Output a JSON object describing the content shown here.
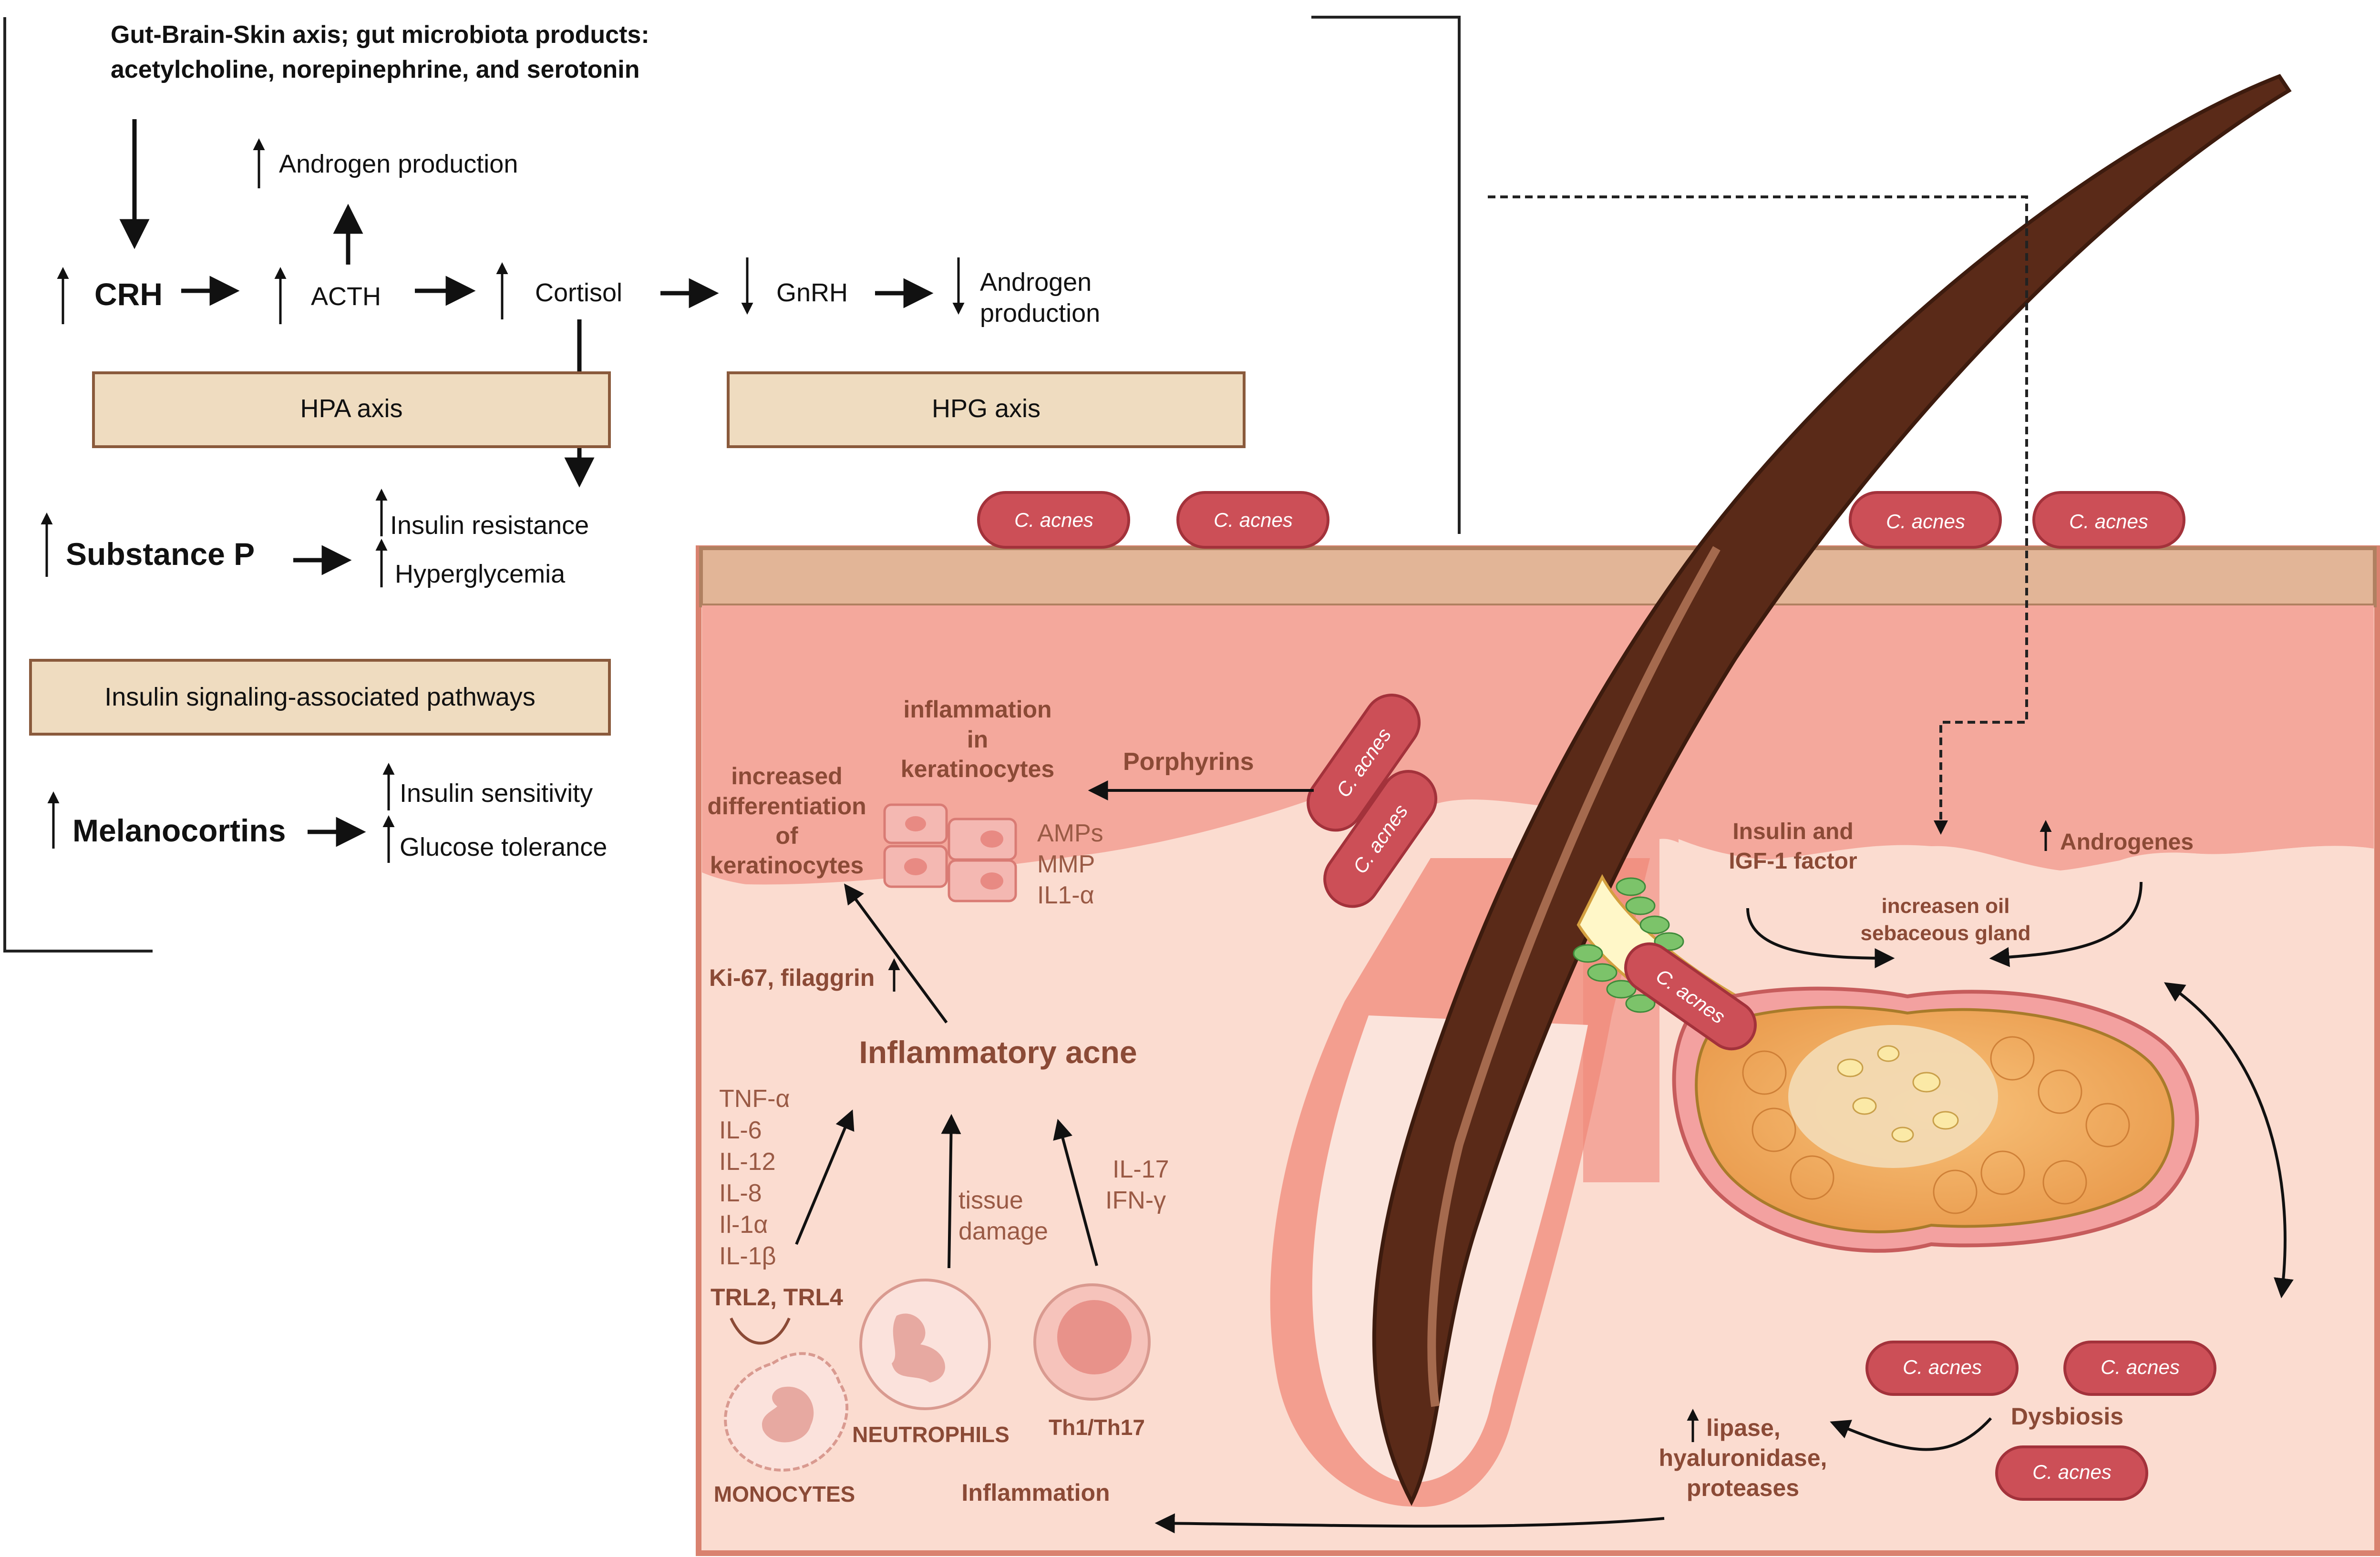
{
  "left_panel": {
    "gut_brain_title_line1": "Gut-Brain-Skin axis; gut microbiota products:",
    "gut_brain_title_line2": "acetylcholine, norepinephrine, and serotonin",
    "androgen_up": "Androgen production",
    "crh": "CRH",
    "acth": "ACTH",
    "cortisol": "Cortisol",
    "gnrh": "GnRH",
    "androgen_down_line1": "Androgen",
    "androgen_down_line2": "production",
    "hpa_axis": "HPA axis",
    "hpg_axis": "HPG axis",
    "substance_p": "Substance P",
    "insulin_resistance": "Insulin resistance",
    "hyperglycemia": "Hyperglycemia",
    "insulin_pathways": "Insulin signaling-associated pathways",
    "melanocortins": "Melanocortins",
    "insulin_sensitivity": "Insulin sensitivity",
    "glucose_tolerance": "Glucose tolerance"
  },
  "bacteria_label": "C. acnes",
  "skin_panel": {
    "inflammation_keratinocytes_line1": "inflammation",
    "inflammation_keratinocytes_line2": "in",
    "inflammation_keratinocytes_line3": "keratinocytes",
    "porphyrins": "Porphyrins",
    "increased_diff_line1": "increased",
    "increased_diff_line2": "differentiation",
    "increased_diff_line3": "of",
    "increased_diff_line4": "keratinocytes",
    "amps": "AMPs",
    "mmp": "MMP",
    "il1a": "IL1-α",
    "ki67": "Ki-67, filaggrin",
    "inflammatory_acne": "Inflammatory acne",
    "cytokines": [
      "TNF-α",
      "IL-6",
      "IL-12",
      "IL-8",
      "Il-1α",
      "IL-1β"
    ],
    "trl": "TRL2, TRL4",
    "tissue_damage_line1": "tissue",
    "tissue_damage_line2": "damage",
    "il17": "IL-17",
    "ifng": "IFN-γ",
    "monocytes": "MONOCYTES",
    "neutrophils": "NEUTROPHILS",
    "th": "Th1/Th17",
    "inflammation": "Inflammation",
    "insulin_igf_line1": "Insulin and",
    "insulin_igf_line2": "IGF-1 factor",
    "androgenes": "Androgenes",
    "oil_line1": "increasen oil",
    "oil_line2": "sebaceous gland",
    "lipase_line1": "lipase,",
    "lipase_line2": "hyaluronidase,",
    "lipase_line3": "proteases",
    "dysbiosis": "Dysbiosis"
  },
  "colors": {
    "box_fill": "#efdcc0",
    "box_stroke": "#8a5a3c",
    "dermis": "#f9d8cc",
    "epidermis": "#f4a89c",
    "hair": "#5a2a18",
    "bacteria": "#cc4f57",
    "text_brown": "#9a5a45"
  }
}
